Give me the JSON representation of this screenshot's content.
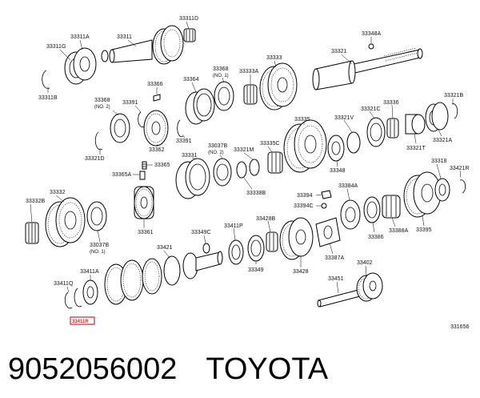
{
  "diagram": {
    "highlighted_part": "33411R",
    "figure_id": "331656",
    "labels": {
      "l33311D": "33311D",
      "l33311A": "33311A",
      "l33311": "33311",
      "l33311G": "33311G",
      "l33311B": "33311B",
      "l33348A": "33348A",
      "l33321": "33321",
      "l33368top": "33368",
      "l33368no1": "(NO. 1)",
      "l33333": "33333",
      "l33333A": "33333A",
      "l33366": "33366",
      "l33364": "33364",
      "l33368b": "33368",
      "l33368no2": "(NO. 2)",
      "l33391a": "33391",
      "l33391b": "33391",
      "l33321D": "33321D",
      "l33362": "33362",
      "l33336": "33336",
      "l33321B": "33321B",
      "l33321C": "33321C",
      "l33321V": "33321V",
      "l33335": "33335",
      "l33321A": "33321A",
      "l33321T": "33321T",
      "l33037B": "33037B",
      "l33037Bno2": "(NO. 2)",
      "l33321M": "33321M",
      "l33335C": "33335C",
      "l33331": "33331",
      "l33365": "33365",
      "l33365A": "33365A",
      "l33348": "33348",
      "l33338B": "33338B",
      "l33318": "33318",
      "l33421R": "33421R",
      "l33332": "33332",
      "l33332B": "33332B",
      "l33384A": "33384A",
      "l33394": "33394",
      "l33394C": "33394C",
      "l33411P": "33411P",
      "l33428B": "33428B",
      "l33349C": "33349C",
      "l33361": "33361",
      "l33037B2": "33037B",
      "l33037Bno1": "(NO. 1)",
      "l33421": "33421",
      "l33386": "33386",
      "l33388A": "33388A",
      "l33395": "33395",
      "l33349": "33349",
      "l33428": "33428",
      "l33387A": "33387A",
      "l33402": "33402",
      "l33411A": "33411A",
      "l33411Q": "33411Q",
      "l33451": "33451"
    }
  },
  "footer": {
    "part_number": "9052056002",
    "brand": "TOYOTA"
  }
}
